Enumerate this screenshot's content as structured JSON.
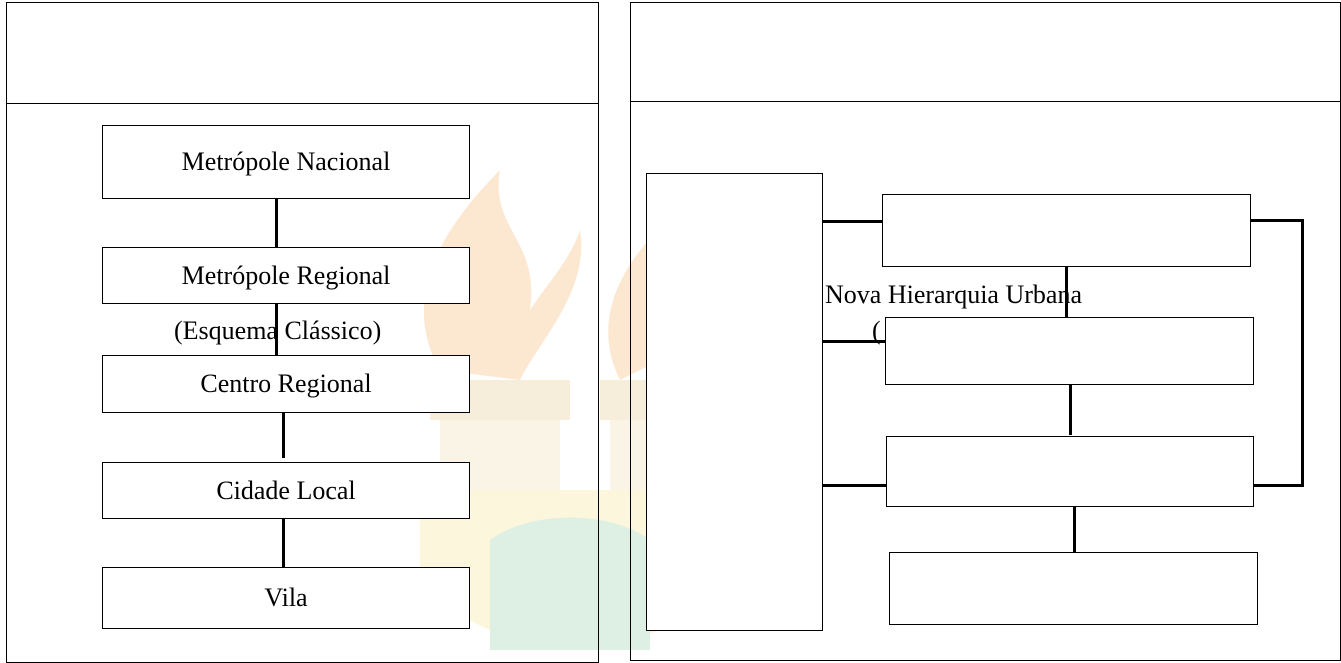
{
  "classic": {
    "header_text": "",
    "title_line1": "",
    "title_line2": "(Esquema Clássico)",
    "levels": [
      "Metrópole Nacional",
      "Metrópole Regional",
      "Centro Regional",
      "Cidade Local",
      "Vila"
    ]
  },
  "new": {
    "header_text": "",
    "title_line1": "Nova Hierarquia Urbana",
    "title_line2": "(",
    "side_box": "",
    "levels": [
      "",
      "",
      "",
      ""
    ]
  },
  "colors": {
    "line": "#000000",
    "watermark_orange": "#f29a2e",
    "watermark_gold": "#d7b35c",
    "watermark_green": "#6bbf8a"
  }
}
